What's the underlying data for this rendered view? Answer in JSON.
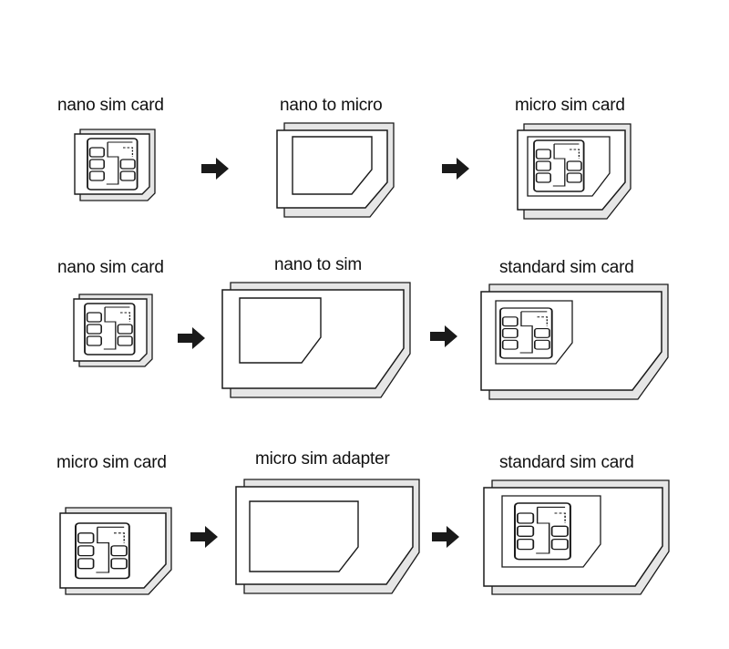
{
  "colors": {
    "line": "#1a1a1a",
    "fill": "#ffffff",
    "shadow": "#e6e6e6",
    "arrow": "#1a1a1a"
  },
  "rows": [
    {
      "items": [
        {
          "label": "nano sim card",
          "kind": "nano-sim"
        },
        {
          "label": "nano to micro",
          "kind": "nano-to-micro-adapter"
        },
        {
          "label": "micro sim card",
          "kind": "micro-sim-with-nano"
        }
      ]
    },
    {
      "items": [
        {
          "label": "nano sim card",
          "kind": "nano-sim"
        },
        {
          "label": "nano to sim",
          "kind": "nano-to-sim-adapter"
        },
        {
          "label": "standard sim card",
          "kind": "standard-sim-with-nano"
        }
      ]
    },
    {
      "items": [
        {
          "label": "micro sim card",
          "kind": "micro-sim"
        },
        {
          "label": "micro sim adapter",
          "kind": "micro-sim-adapter"
        },
        {
          "label": "standard sim card",
          "kind": "standard-sim-with-micro"
        }
      ]
    }
  ],
  "icons": {
    "arrow": "right-arrow-icon",
    "chip": "sim-chip-icon"
  }
}
